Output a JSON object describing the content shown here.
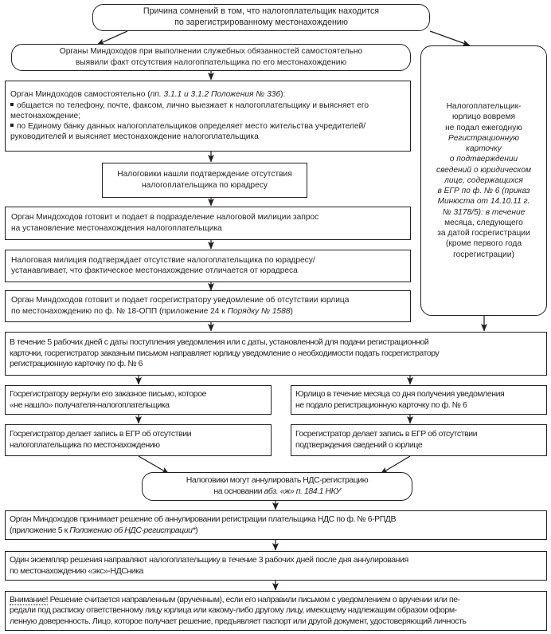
{
  "document": {
    "type": "flowchart",
    "language": "ru",
    "title": "Схема аннулирования НДС-регистрации при отсутствии налогоплательщика по местонахождению",
    "colors": {
      "stroke": "#231f20",
      "text": "#231f20",
      "background": "#ffffff"
    }
  },
  "nodes": {
    "reason": {
      "id": "reason",
      "shape": "rounded-rect",
      "lines": [
        "Причина сомнений в том, что налогоплательщик находится",
        "по зарегистрированному местонахождению"
      ]
    },
    "mindohodov_detect": {
      "id": "mindohodov-detect",
      "shape": "rounded-rect",
      "lines": [
        "Органы Миндоходов при выполнении служебных обязанностей самостоятельно",
        "выявили факт отсутствия налогоплательщика по его местонахождению"
      ]
    },
    "not_filed_card": {
      "id": "not-filed-registration-card",
      "shape": "rounded-rect",
      "segments": [
        {
          "text": "Налогоплательщик-",
          "style": "normal"
        },
        {
          "text": "юрлицо вовремя",
          "style": "normal"
        },
        {
          "text": "не подал ежегодную",
          "style": "normal"
        },
        {
          "text": "Регистрационную",
          "style": "italic"
        },
        {
          "text": "карточку",
          "style": "italic"
        },
        {
          "text": "о подтверждении",
          "style": "italic"
        },
        {
          "text": "сведений о юридическом",
          "style": "italic"
        },
        {
          "text": "лице, содержащихся",
          "style": "italic"
        },
        {
          "text": "в ЕГР по ф. № 6 (приказ",
          "style": "mixed"
        },
        {
          "text": "Минюста от 14.10.11 г.",
          "style": "italic"
        },
        {
          "text": "№ 3178/5): в течение",
          "style": "mixed"
        },
        {
          "text": "месяца, следующего",
          "style": "normal"
        },
        {
          "text": "за датой госрегистрации",
          "style": "normal"
        },
        {
          "text": "(кроме первого года",
          "style": "normal"
        },
        {
          "text": "госрегистрации)",
          "style": "normal"
        }
      ]
    },
    "self_actions": {
      "id": "mindohodov-self-actions",
      "shape": "rect",
      "intro_prefix": "Орган Миндоходов самостоятельно (",
      "intro_italic": "пп. 3.1.1 и 3.1.2 Положения № 336",
      "intro_suffix": "):",
      "bullets": [
        "общается по телефону, почте, факсом, лично выезжает к налогоплательщику и выясняет его местонахождение;",
        "по Единому банку данных налогоплательщиков определяет место жительства учредителей/руководителей и выясняет местонахождение налогоплательщика"
      ]
    },
    "confirmation_found": {
      "id": "confirmation-found",
      "shape": "rect",
      "lines": [
        "Налоговики нашли подтверждение отсутствия",
        "налогоплательщика по юрадресу"
      ]
    },
    "police_request": {
      "id": "tax-police-request",
      "shape": "rect",
      "lines": [
        "Орган Миндоходов готовит и подает в подразделение налоговой милиции запрос",
        "на установление местонахождения налогоплательщика"
      ]
    },
    "police_confirms": {
      "id": "tax-police-confirms",
      "shape": "rect",
      "lines": [
        "Налоговая милиция подтверждает отсутствие налогоплательщика по юрадресу/",
        "устанавливает, что фактическое местонахождение отличается от юрадреса"
      ]
    },
    "notice_18opp": {
      "id": "notice-form-18-opp",
      "shape": "rect",
      "line1": "Орган Миндоходов готовит и подает госрегистратору уведомление об отсутствии юрлица",
      "line2_prefix": "по местонахождению по ф. № 18-ОПП (приложение 24 к ",
      "line2_italic": "Порядку № 1588",
      "line2_suffix": ")"
    },
    "five_days": {
      "id": "five-working-days-notice",
      "shape": "rect",
      "lines": [
        "В течение 5 рабочих дней с даты поступления уведомления или с даты, установленной для подачи регистрационной",
        "карточки, госрегистратор заказным письмом направляет юрлицу уведомление о необходимости подать госрегистратору",
        "регистрационную карточку по ф. № 6"
      ]
    },
    "letter_returned": {
      "id": "registered-letter-returned",
      "shape": "rect",
      "lines": [
        "Госрегистратору вернули его заказное письмо, которое",
        "«не нашло» получателя-налогоплательщика"
      ]
    },
    "card_not_filed_month": {
      "id": "card-not-filed-within-month",
      "shape": "rect",
      "lines": [
        "Юрлицо в течение месяца со дня получения уведомления",
        "не подало регистрационную карточку по ф. № 6"
      ]
    },
    "egr_record_absence": {
      "id": "egr-record-absence-at-location",
      "shape": "rect",
      "lines": [
        "Госрегистратор делает запись в ЕГР об отсутствии",
        "налогоплательщика по местонахождению"
      ]
    },
    "egr_record_noconfirm": {
      "id": "egr-record-no-confirmation",
      "shape": "rect",
      "lines": [
        "Госрегистратор делает запись в ЕГР об отсутствии",
        "подтверждения сведений о юрлице"
      ]
    },
    "may_cancel": {
      "id": "may-cancel-vat-registration",
      "shape": "rounded-rect",
      "line1": "Налоговики могут аннулировать НДС-регистрацию",
      "line2_prefix": "на основании ",
      "line2_italic": "абз. «ж» п. 184.1 НКУ"
    },
    "decision_6rpdv": {
      "id": "decision-form-6-rpdv",
      "shape": "rect",
      "line1": "Орган Миндоходов принимает решение об аннулировании регистрации плательщика НДС по ф. № 6-РПДВ",
      "line2_prefix": "(приложение 5 к ",
      "line2_italic": "Положению об НДС-регистрации*",
      "line2_suffix": ")"
    },
    "send_copy": {
      "id": "send-decision-copy",
      "shape": "rect",
      "lines": [
        "Один экземпляр решения направляют налогоплательщику в течение 3 рабочих дней после дня аннулирования",
        "по местонахождению «экс»-НДСника"
      ]
    },
    "attention": {
      "id": "attention-note",
      "shape": "rect",
      "label": "Внимание!",
      "lines": [
        " Решение считается направленным (врученным), если его направили письмом с уведомлением о вручении или пе-",
        "редали под расписку ответственному лицу юрлица или какому-либо другому лицу, имеющему надлежащим образом оформ-",
        "ленную доверенность. Лицо, которое получает решение, предъявляет паспорт или другой документ, удостоверяющий личность"
      ]
    }
  },
  "connectors": [
    {
      "from": "reason",
      "to": "mindohodov_detect",
      "kind": "diagonal-arrow"
    },
    {
      "from": "reason",
      "to": "not_filed_card",
      "kind": "diagonal-arrow"
    },
    {
      "from": "mindohodov_detect",
      "to": "self_actions",
      "kind": "vertical-arrow"
    },
    {
      "from": "self_actions",
      "to": "confirmation_found",
      "kind": "vertical-arrow"
    },
    {
      "from": "confirmation_found",
      "to": "police_request",
      "kind": "vertical-arrow"
    },
    {
      "from": "police_request",
      "to": "police_confirms",
      "kind": "vertical-arrow"
    },
    {
      "from": "police_confirms",
      "to": "notice_18opp",
      "kind": "vertical-arrow"
    },
    {
      "from": "notice_18opp",
      "to": "five_days",
      "kind": "vertical-arrow"
    },
    {
      "from": "not_filed_card",
      "to": "five_days",
      "kind": "vertical-arrow"
    },
    {
      "from": "five_days",
      "to": "letter_returned",
      "kind": "vertical-arrow"
    },
    {
      "from": "five_days",
      "to": "card_not_filed_month",
      "kind": "vertical-arrow"
    },
    {
      "from": "letter_returned",
      "to": "egr_record_absence",
      "kind": "vertical-arrow"
    },
    {
      "from": "card_not_filed_month",
      "to": "egr_record_noconfirm",
      "kind": "vertical-arrow"
    },
    {
      "from": "egr_record_absence",
      "to": "may_cancel",
      "kind": "diagonal-arrow"
    },
    {
      "from": "egr_record_noconfirm",
      "to": "may_cancel",
      "kind": "diagonal-arrow"
    },
    {
      "from": "may_cancel",
      "to": "decision_6rpdv",
      "kind": "vertical-arrow"
    },
    {
      "from": "decision_6rpdv",
      "to": "send_copy",
      "kind": "vertical-arrow"
    },
    {
      "from": "send_copy",
      "to": "attention",
      "kind": "vertical-arrow"
    }
  ]
}
